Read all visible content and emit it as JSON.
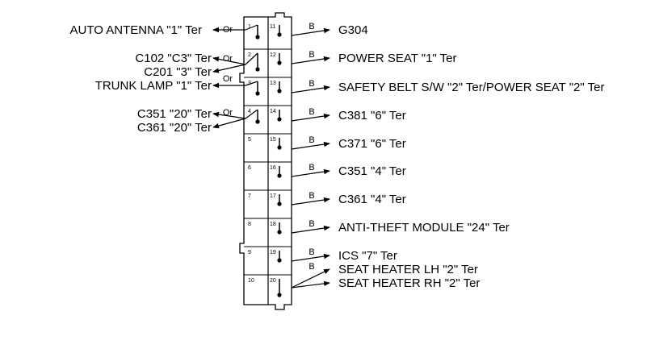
{
  "connector": {
    "pins_left": [
      "1",
      "2",
      "3",
      "4",
      "5",
      "6",
      "7",
      "8",
      "9",
      "10"
    ],
    "pins_right": [
      "11",
      "12",
      "13",
      "14",
      "15",
      "16",
      "17",
      "18",
      "19",
      "20"
    ]
  },
  "left_connections": [
    {
      "pin": "1",
      "wire_color": "Or",
      "destinations": [
        "AUTO ANTENNA \"1\" Ter"
      ]
    },
    {
      "pin": "2",
      "wire_color": "Or",
      "destinations": [
        "C102 \"C3\" Ter",
        "C201 \"3\" Ter"
      ]
    },
    {
      "pin": "3",
      "wire_color": "Or",
      "destinations": [
        "TRUNK LAMP \"1\" Ter"
      ]
    },
    {
      "pin": "4",
      "wire_color": "Or",
      "destinations": [
        "C351 \"20\" Ter",
        "C361 \"20\" Ter"
      ]
    }
  ],
  "right_connections": [
    {
      "pin": "11",
      "wire_color": "B",
      "destinations": [
        "G304"
      ]
    },
    {
      "pin": "12",
      "wire_color": "B",
      "destinations": [
        "POWER SEAT \"1\" Ter"
      ]
    },
    {
      "pin": "13",
      "wire_color": "B",
      "destinations": [
        "SAFETY BELT S/W \"2\" Ter/POWER SEAT \"2\" Ter"
      ]
    },
    {
      "pin": "14",
      "wire_color": "B",
      "destinations": [
        "C381 \"6\" Ter"
      ]
    },
    {
      "pin": "15",
      "wire_color": "B",
      "destinations": [
        "C371 \"6\" Ter"
      ]
    },
    {
      "pin": "16",
      "wire_color": "B",
      "destinations": [
        "C351 \"4\" Ter"
      ]
    },
    {
      "pin": "17",
      "wire_color": "B",
      "destinations": [
        "C361 \"4\" Ter"
      ]
    },
    {
      "pin": "18",
      "wire_color": "B",
      "destinations": [
        "ANTI-THEFT MODULE \"24\" Ter"
      ]
    },
    {
      "pin": "19",
      "wire_color": "B",
      "destinations": [
        "ICS \"7\" Ter"
      ]
    },
    {
      "pin": "20",
      "wire_color": "B",
      "destinations": [
        "SEAT HEATER LH \"2\" Ter",
        "SEAT HEATER RH \"2\" Ter"
      ]
    }
  ],
  "colors": {
    "line": "#000000",
    "background": "#ffffff"
  }
}
